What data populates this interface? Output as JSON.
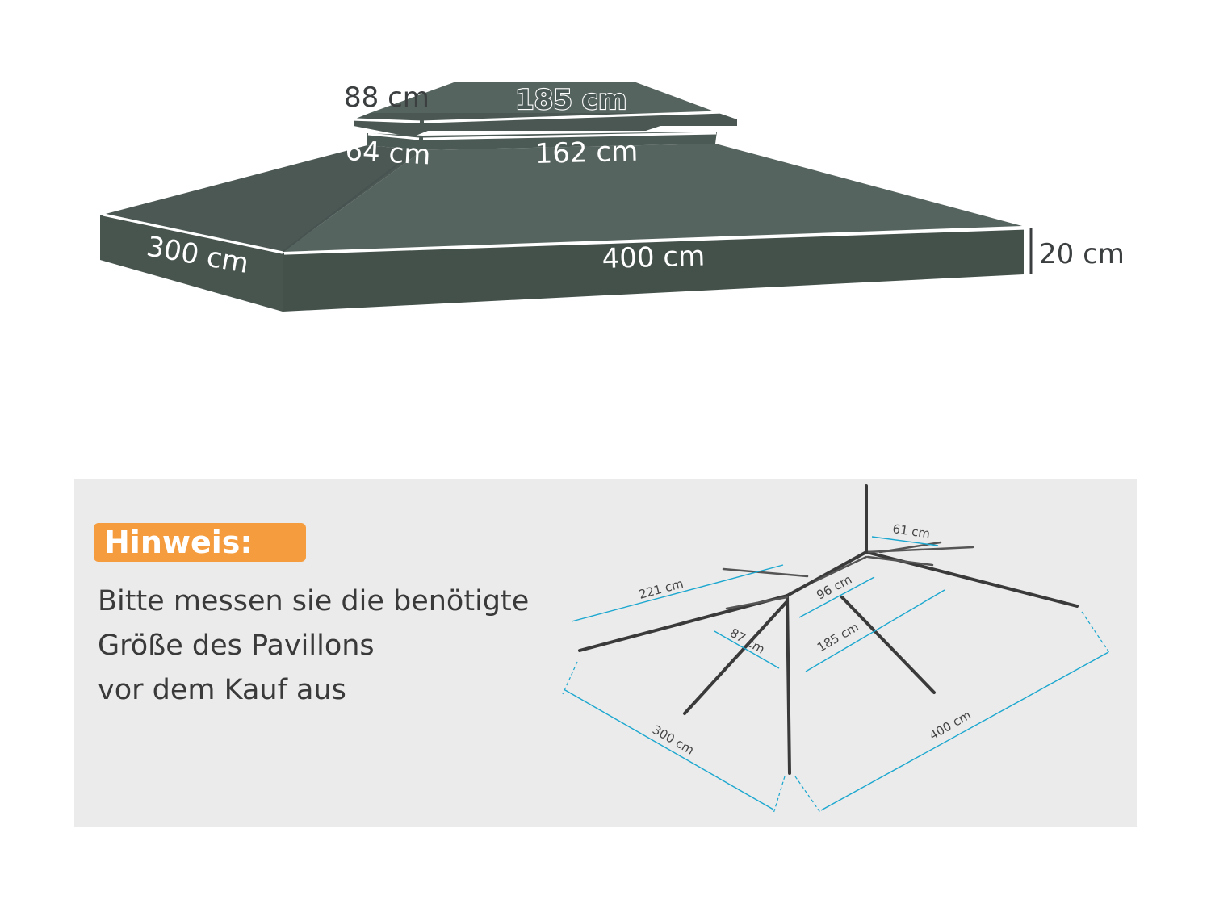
{
  "canopy": {
    "colors": {
      "fabric": "#4e5c58",
      "fabric_dark": "#435049",
      "fabric_top": "#56645f",
      "piping": "#ffffff"
    },
    "top_tier": {
      "depth_label": "88 cm",
      "width_label": "185 cm"
    },
    "lower_tier": {
      "depth_label": "64 cm",
      "width_label": "162 cm"
    },
    "base": {
      "depth_label": "300 cm",
      "width_label": "400 cm",
      "height_label": "20 cm"
    }
  },
  "note": {
    "title": "Hinweis:",
    "lines": [
      "Bitte messen sie die benötigte",
      "Größe des Pavillons",
      "vor dem Kauf aus"
    ],
    "badge_color": "#f59c3e",
    "panel_color": "#ebebeb"
  },
  "frame": {
    "line_color": "#1ba7cf",
    "labels": {
      "ridge": "61 cm",
      "rafter_long": "221 cm",
      "top_link": "96 cm",
      "rafter_short": "87 cm",
      "mid": "185 cm",
      "depth": "300 cm",
      "width": "400 cm"
    }
  }
}
